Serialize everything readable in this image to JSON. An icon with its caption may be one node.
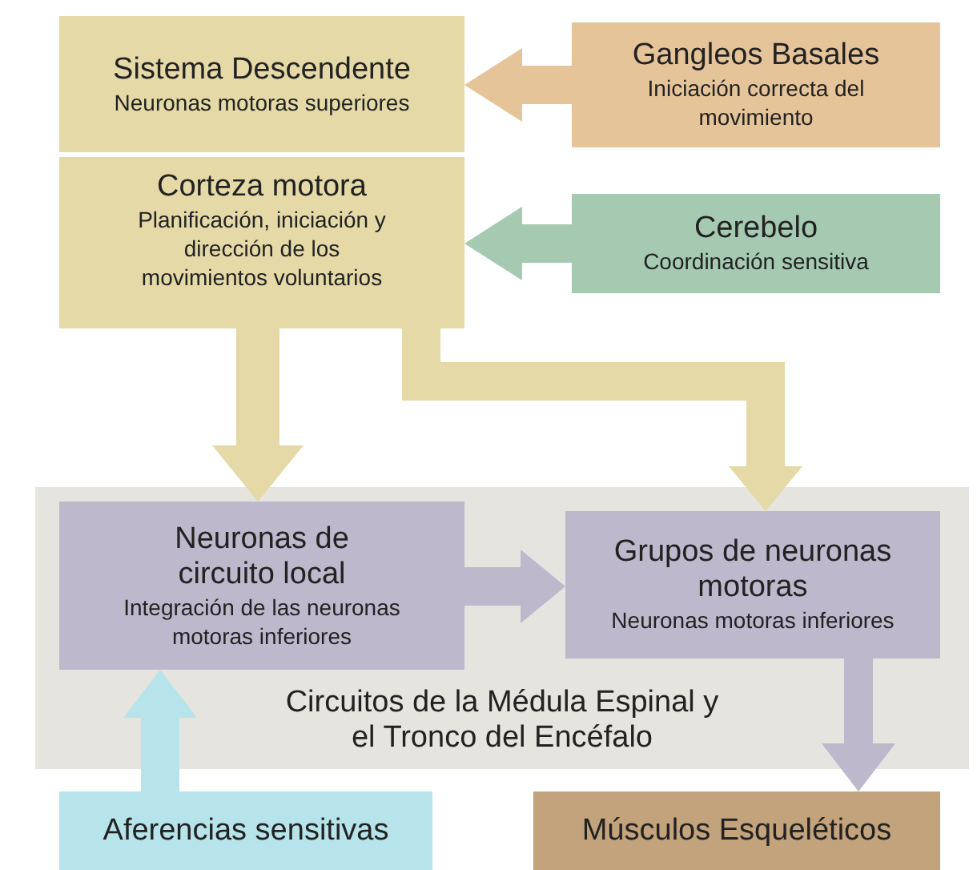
{
  "diagram": {
    "nodes": [
      {
        "text": [
          "Sistema Descendente",
          "Neuronas motoras superiores"
        ]
      },
      {
        "text": [
          "Gangleos Basales",
          "Iniciación correcta del movimiento"
        ]
      },
      {
        "text": [
          "Corteza motora",
          "Planificación, iniciación y dirección de los movimientos voluntarios"
        ]
      },
      {
        "text": [
          "Cerebelo",
          "Coordinación sensitiva"
        ]
      },
      {
        "text": [
          "Circuitos de la Médula Espinal y el Tronco del Encéfalo"
        ]
      },
      {
        "text": [
          "Neuronas de circuito local",
          "Integración de las neuronas motoras inferiores"
        ],
        "in": 4
      },
      {
        "text": [
          "Grupos de neuronas motoras",
          "Neuronas motoras inferiores"
        ],
        "in": 4
      },
      {
        "text": [
          "Aferencias sensitivas"
        ]
      },
      {
        "text": [
          "Músculos Esqueléticos"
        ]
      }
    ],
    "edges": [
      {
        "from": 1,
        "to": 0,
        "arrow": "to",
        "color": "#e6c49a"
      },
      {
        "from": 3,
        "to": 2,
        "arrow": "to",
        "color": "#a5cab1"
      },
      {
        "from": 2,
        "to": 5,
        "arrow": "to",
        "color": "#e5d9a7"
      },
      {
        "from": 2,
        "to": 6,
        "arrow": "to",
        "color": "#e5d9a7"
      },
      {
        "from": 5,
        "to": 6,
        "arrow": "to",
        "color": "#bdb8cc"
      },
      {
        "from": 6,
        "to": 8,
        "arrow": "to",
        "color": "#bdb8cc"
      },
      {
        "from": 7,
        "to": 5,
        "arrow": "to",
        "color": "#b7e4ea"
      }
    ]
  }
}
